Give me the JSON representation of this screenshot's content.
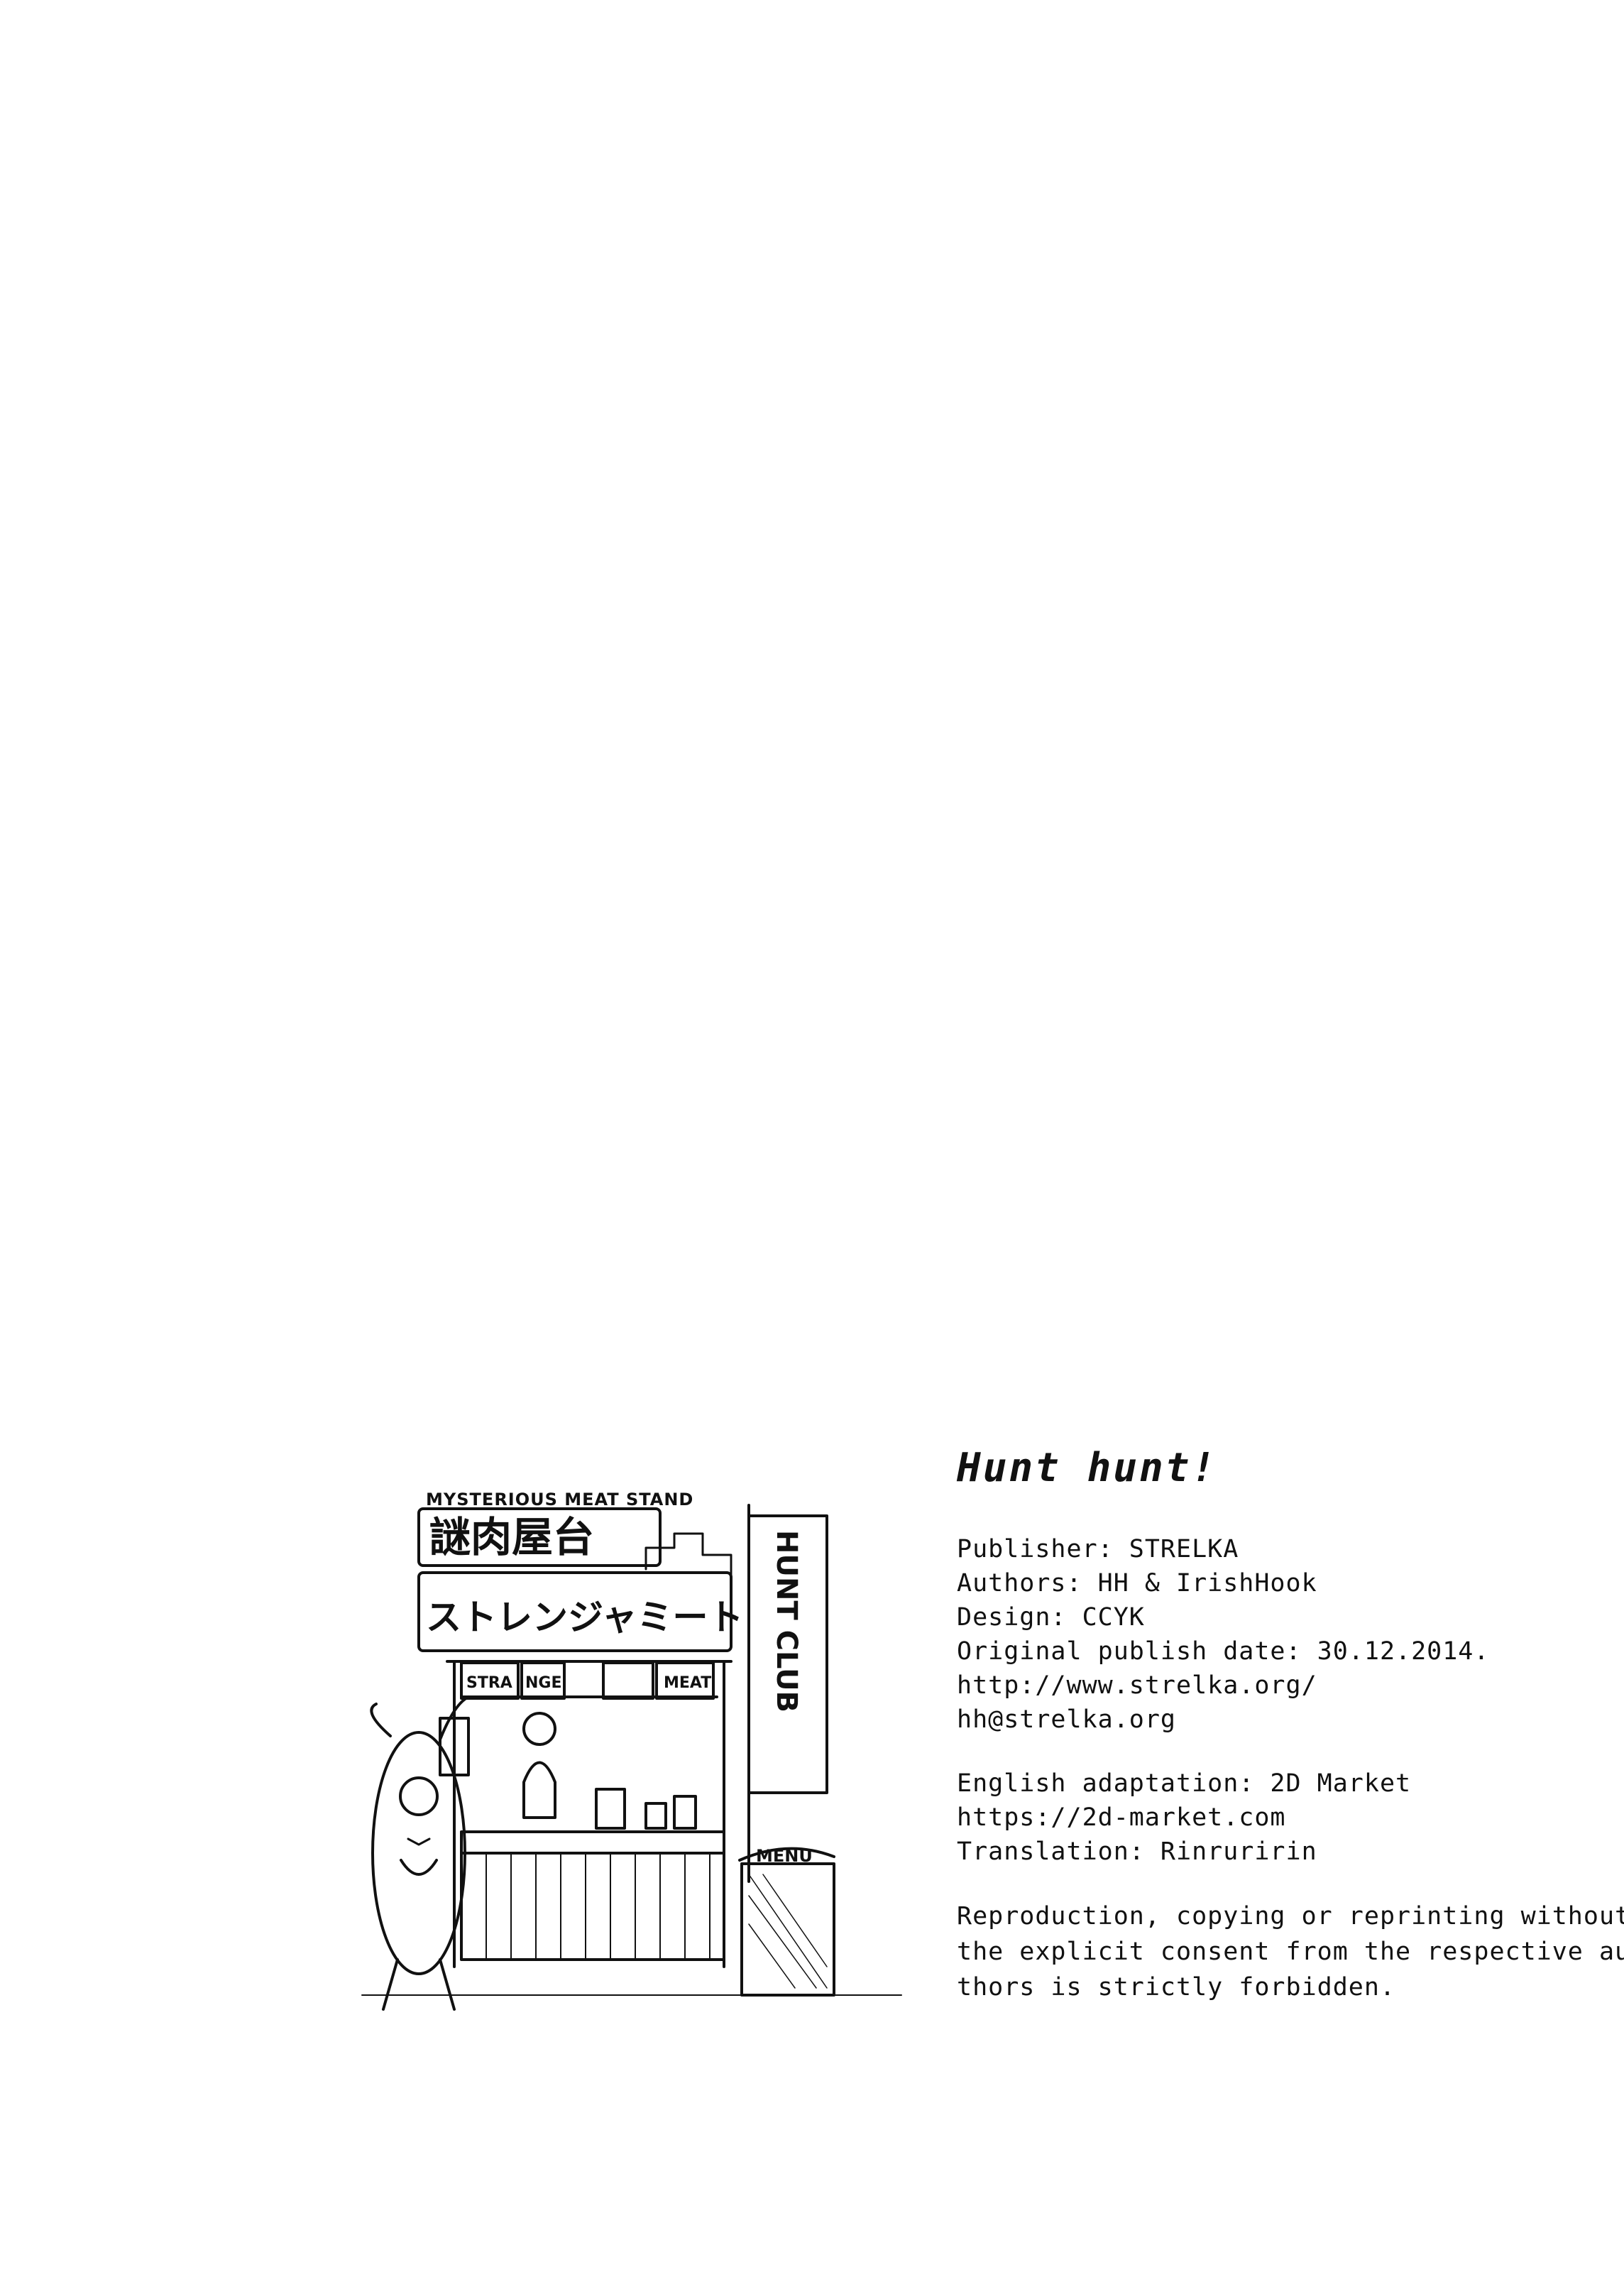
{
  "colophon": {
    "title": "Hunt hunt!",
    "publisher": "Publisher: STRELKA",
    "authors": "Authors: HH & IrishHook",
    "design": "Design: CCYK",
    "publish_date": "Original publish date: 30.12.2014.",
    "website": "http://www.strelka.org/",
    "email": "hh@strelka.org",
    "english_adaptation": "English adaptation: 2D Market",
    "adaptation_url": "https://2d-market.com",
    "translation": "Translation: Rinruririn",
    "notice_lines": [
      "Reproduction, copying or reprinting without",
      "the explicit consent from the respective au-",
      "thors is strictly forbidden."
    ]
  },
  "illustration": {
    "top_caption": "MYSTERIOUS MEAT STAND",
    "kanji_sign": "謎肉屋台",
    "katakana_sign": "ストレンジャミート",
    "banner": "HUNT CLUB",
    "curtain_left": "STRA",
    "curtain_mid": "NGE",
    "curtain_right": "MEAT",
    "menu_board": "MENU"
  }
}
